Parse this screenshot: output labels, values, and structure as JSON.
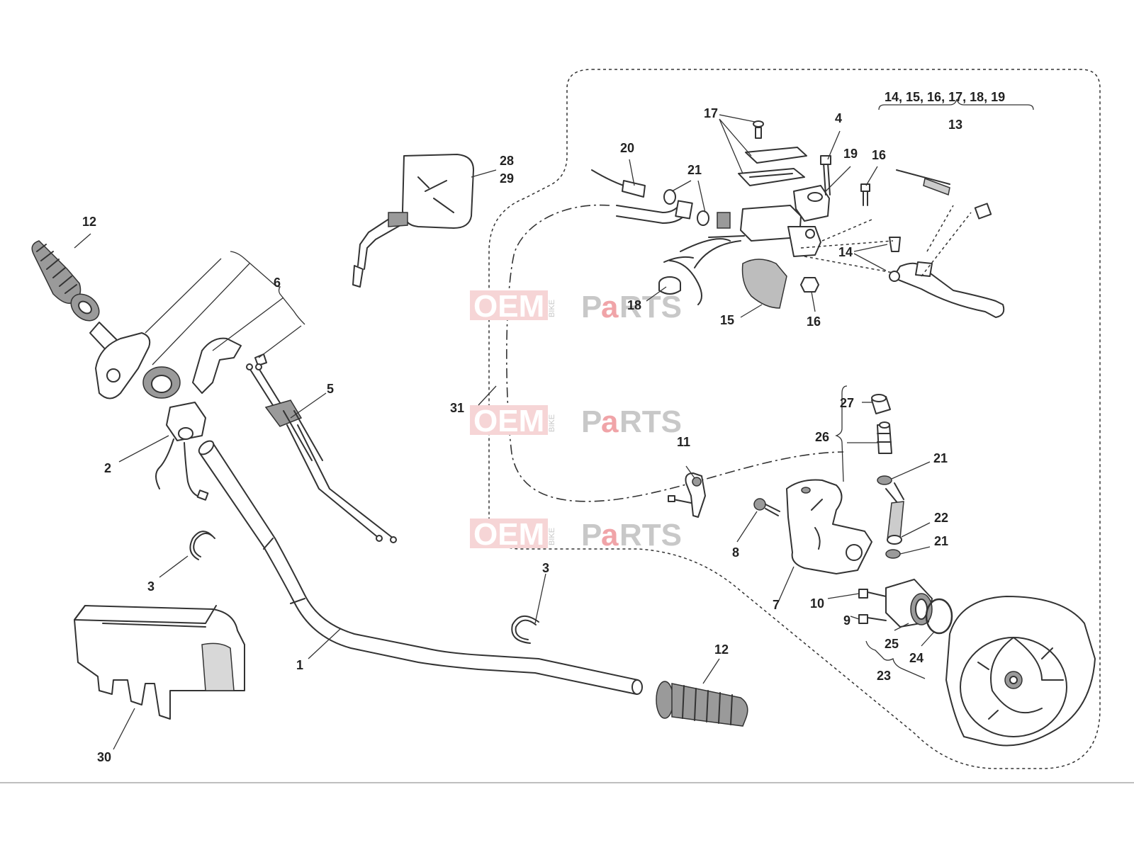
{
  "labels": {
    "l12a": "12",
    "l6": "6",
    "l28": "28",
    "l29": "29",
    "l5": "5",
    "l2": "2",
    "l3a": "3",
    "l3b": "3",
    "l1": "1",
    "l12b": "12",
    "l30": "30",
    "l17": "17",
    "l4": "4",
    "l19": "19",
    "l16a": "16",
    "l20": "20",
    "l21a": "21",
    "l14": "14",
    "l18": "18",
    "l15": "15",
    "l16b": "16",
    "l13set": "14, 15, 16, 17, 18, 19",
    "l13": "13",
    "l27": "27",
    "l26": "26",
    "l21b": "21",
    "l11": "11",
    "l31": "31",
    "l22": "22",
    "l21c": "21",
    "l8": "8",
    "l7": "7",
    "l10": "10",
    "l9": "9",
    "l25": "25",
    "l24": "24",
    "l23": "23"
  },
  "watermark": {
    "part1": "OEM",
    "part2": "BIKE",
    "part3": "P",
    "part4": "a",
    "part5": "RTS"
  }
}
